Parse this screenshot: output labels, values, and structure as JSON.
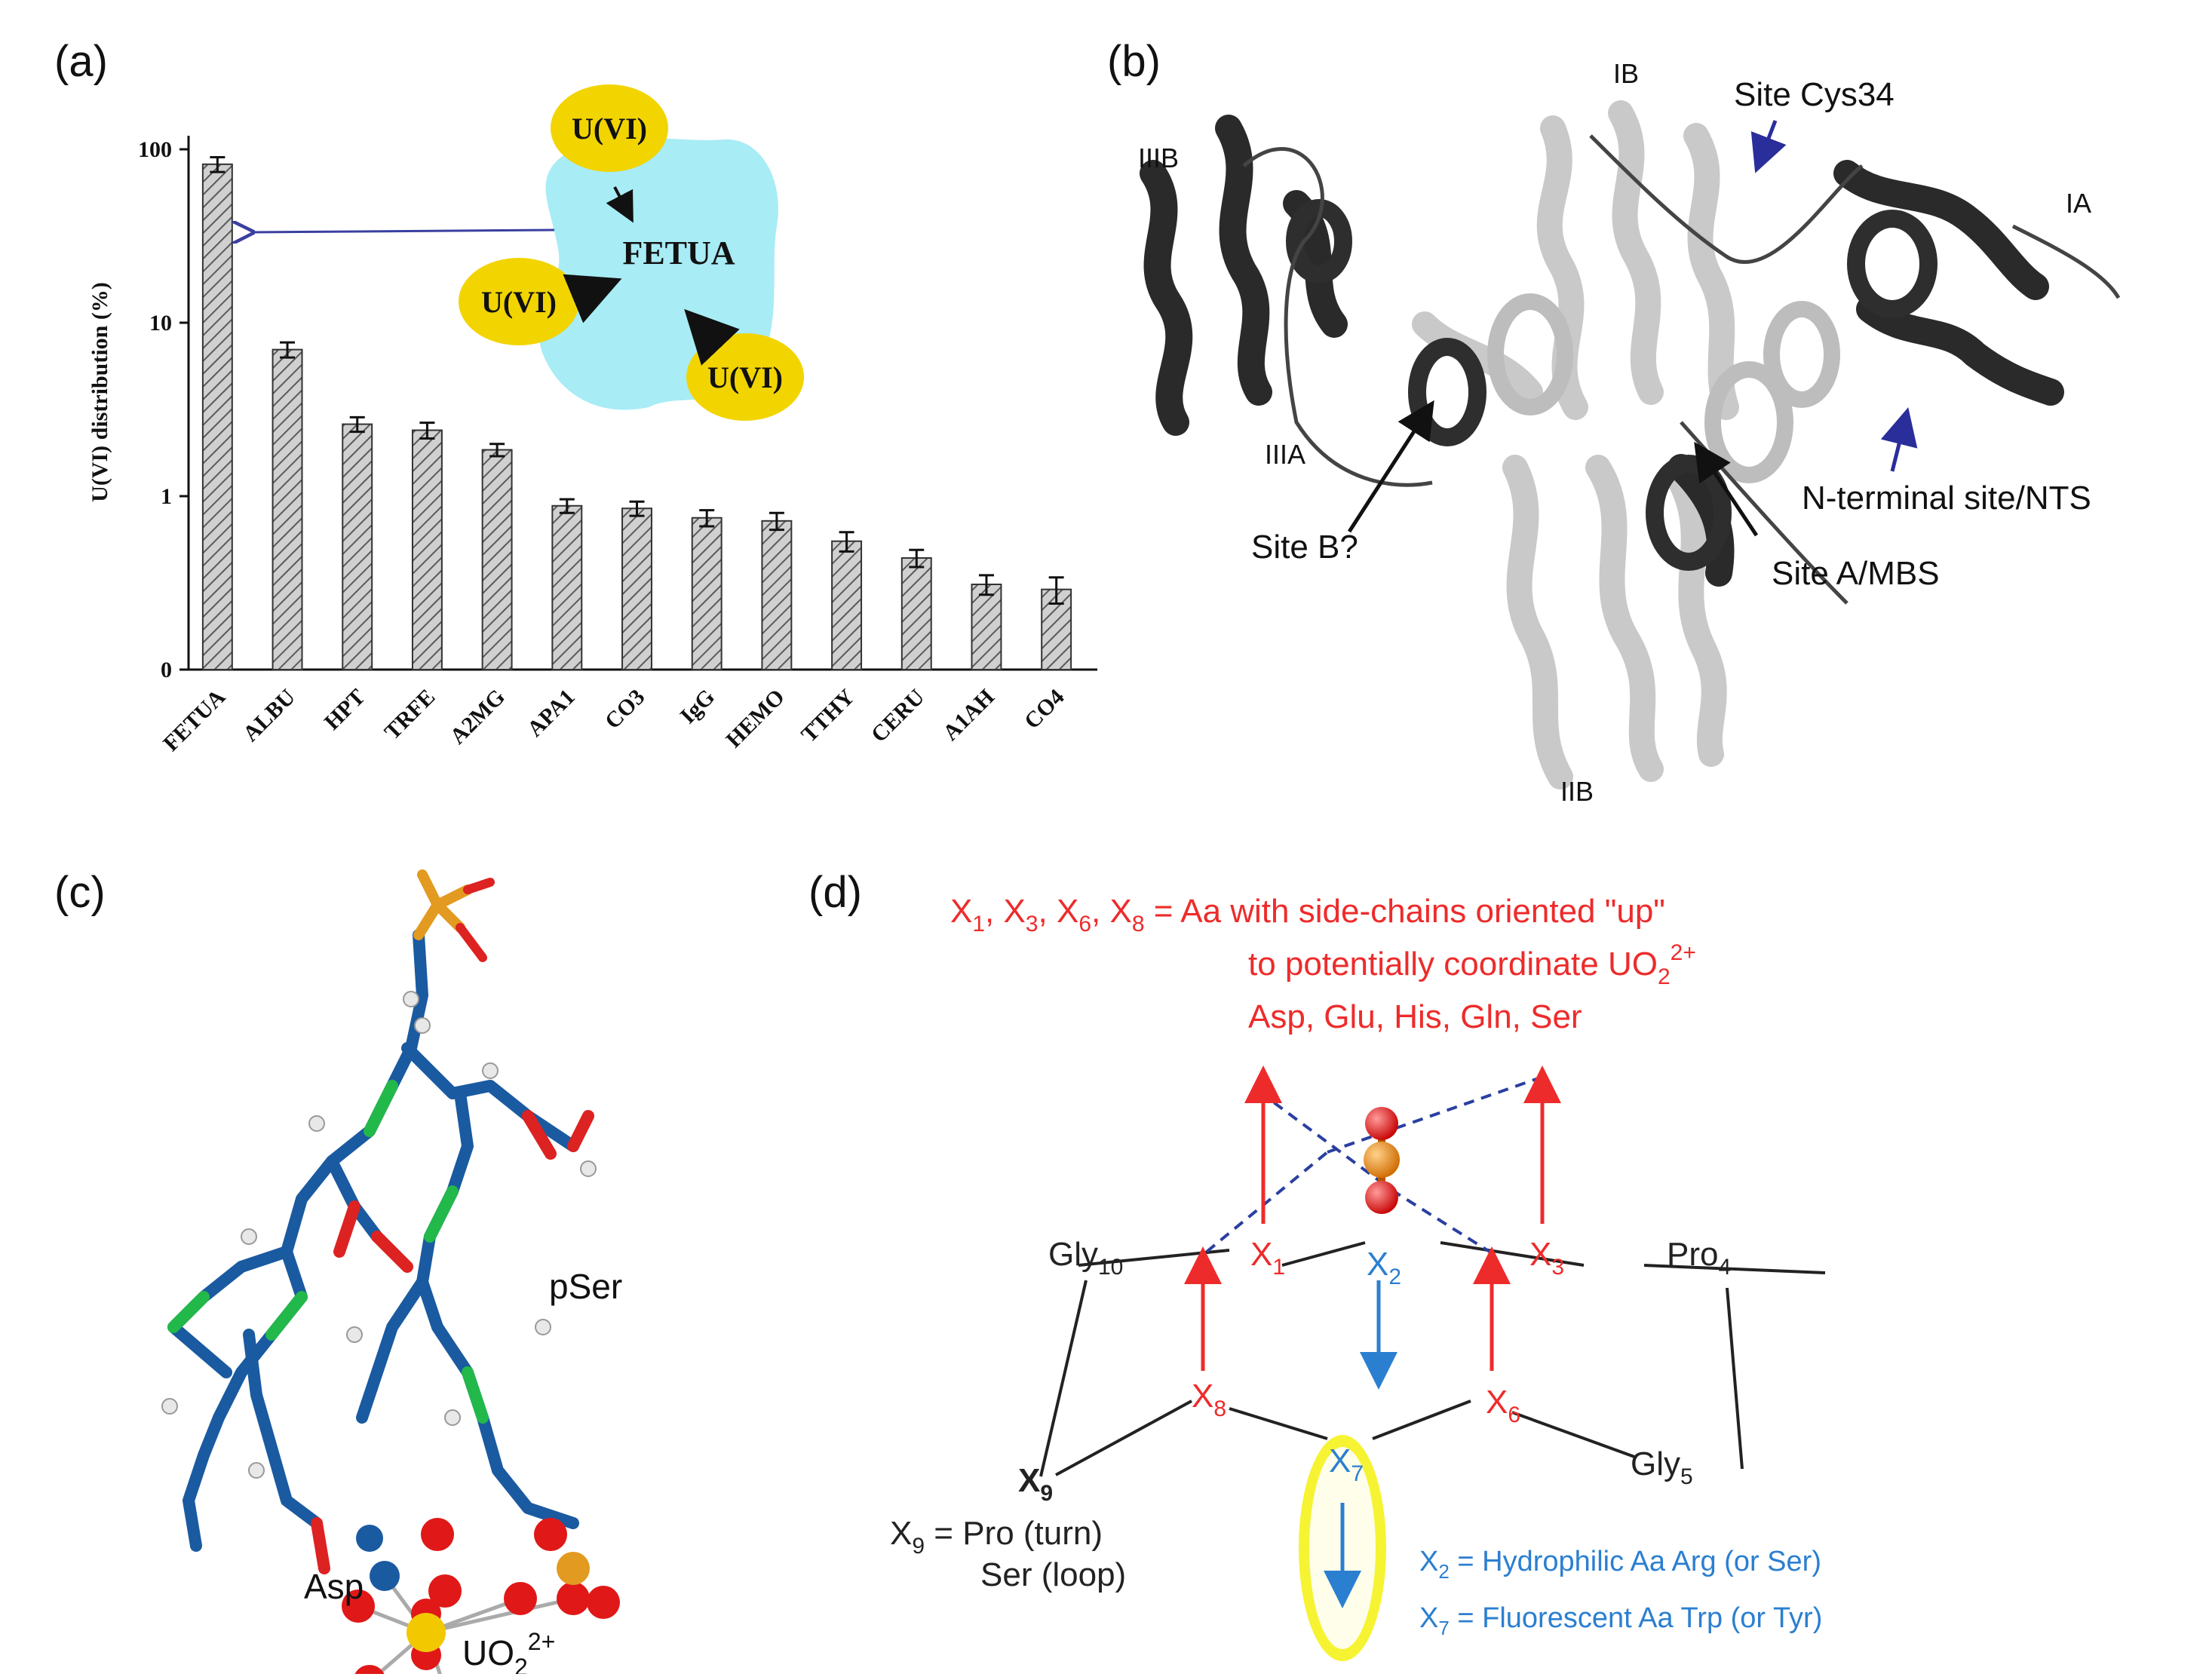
{
  "panels": {
    "a": {
      "label": "(a)"
    },
    "b": {
      "label": "(b)"
    },
    "c": {
      "label": "(c)"
    },
    "d": {
      "label": "(d)"
    }
  },
  "chart_data": {
    "type": "bar",
    "categories": [
      "FETUA",
      "ALBU",
      "HPT",
      "TRFE",
      "A2MG",
      "APA1",
      "CO3",
      "IgG",
      "HEMO",
      "TTHY",
      "CERU",
      "A1AH",
      "CO4"
    ],
    "values": [
      82,
      7.0,
      2.6,
      2.4,
      1.85,
      0.88,
      0.85,
      0.75,
      0.72,
      0.55,
      0.44,
      0.31,
      0.29
    ],
    "errors": [
      8,
      0.7,
      0.25,
      0.25,
      0.15,
      0.08,
      0.08,
      0.08,
      0.08,
      0.07,
      0.05,
      0.04,
      0.05
    ],
    "ylabel": "U(VI) distribution (%)",
    "yticks": [
      "0",
      "1",
      "10",
      "100"
    ],
    "yscale": "log",
    "ylim": [
      0.1,
      100
    ],
    "bar_pattern": "hatched gray",
    "inset": {
      "center_label": "FETUA",
      "ion_labels": [
        "U(VI)",
        "U(VI)",
        "U(VI)"
      ],
      "blob_color": "#a8ecf5",
      "ion_color": "#f2d400",
      "arrow_color": "#3a3fa0"
    }
  },
  "panel_b": {
    "domain_labels": [
      "IB",
      "IIIB",
      "IA",
      "IIIA",
      "IIB"
    ],
    "site_labels": [
      "Site Cys34",
      "N-terminal site/NTS",
      "Site B?",
      "Site A/MBS"
    ],
    "arrow_color": "#2a2e9a"
  },
  "panel_c": {
    "labels": {
      "pser": "pSer",
      "asp": "Asp",
      "uo2": "UO",
      "uo2_sub": "2",
      "uo2_sup": "2+"
    }
  },
  "panel_d": {
    "header_line1": {
      "p1": "X",
      "s1": "1",
      "p2": ", X",
      "s2": "3",
      "p3": ", X",
      "s3": "6",
      "p4": ", X",
      "s4": "8",
      "p5": " = Aa with side-chains oriented \"up\""
    },
    "header_line2": {
      "p1": "to potentially coordinate UO",
      "sub": "2",
      "sup": "2+"
    },
    "header_line3": "Asp, Glu, His, Gln, Ser",
    "nodes": {
      "x1": {
        "x": "X",
        "s": "1"
      },
      "x2": {
        "x": "X",
        "s": "2"
      },
      "x3": {
        "x": "X",
        "s": "3"
      },
      "x6": {
        "x": "X",
        "s": "6"
      },
      "x7": {
        "x": "X",
        "s": "7"
      },
      "x8": {
        "x": "X",
        "s": "8"
      },
      "x9": {
        "x": "X",
        "s": "9"
      },
      "gly10": {
        "x": "Gly",
        "s": "10"
      },
      "pro4": {
        "x": "Pro",
        "s": "4"
      },
      "gly5": {
        "x": "Gly",
        "s": "5"
      }
    },
    "x9_note": {
      "l1a": "X",
      "l1s": "9",
      "l1b": " = Pro (turn)",
      "l2": "Ser (loop)"
    },
    "x2_note": {
      "a": "X",
      "s": "2",
      "b": " = Hydrophilic Aa Arg (or Ser)"
    },
    "x7_note": {
      "a": "X",
      "s": "7",
      "b": " = Fluorescent Aa Trp (or Tyr)"
    },
    "colors": {
      "red": "#ee2b2b",
      "blue": "#2b7fd0",
      "black": "#222222",
      "highlight": "#f4f000"
    }
  }
}
